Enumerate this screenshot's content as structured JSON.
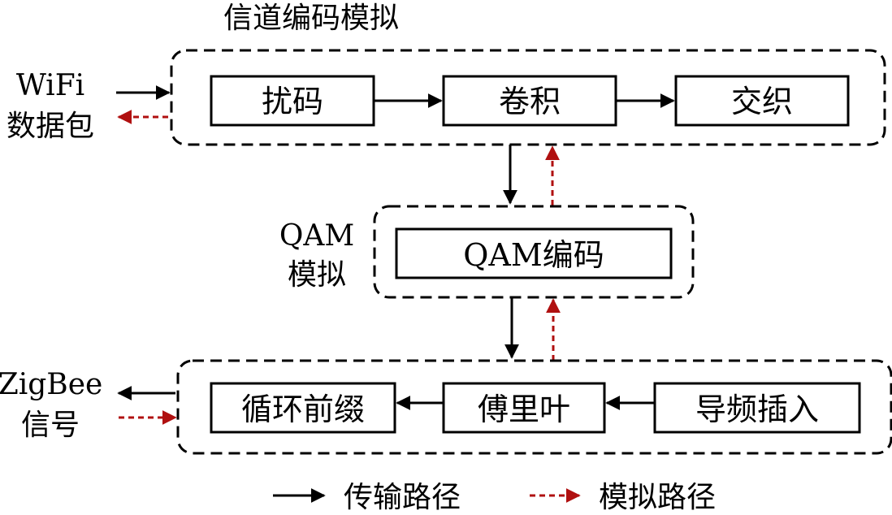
{
  "groups": {
    "channel": {
      "label": "信道编码模拟"
    },
    "qam": {
      "label_line1": "QAM",
      "label_line2": "模拟"
    }
  },
  "nodes": {
    "scramble": "扰码",
    "convolution": "卷积",
    "interleave": "交织",
    "qam_encode": "QAM编码",
    "cyclic_prefix": "循环前缀",
    "fourier": "傅里叶",
    "pilot_insert": "导频插入"
  },
  "io": {
    "input_line1": "WiFi",
    "input_line2": "数据包",
    "output_line1": "ZigBee",
    "output_line2": "信号"
  },
  "legend": {
    "transmit": "传输路径",
    "emulate": "模拟路径"
  },
  "colors": {
    "transmit_path": "#000000",
    "emulate_path": "#b01010"
  }
}
